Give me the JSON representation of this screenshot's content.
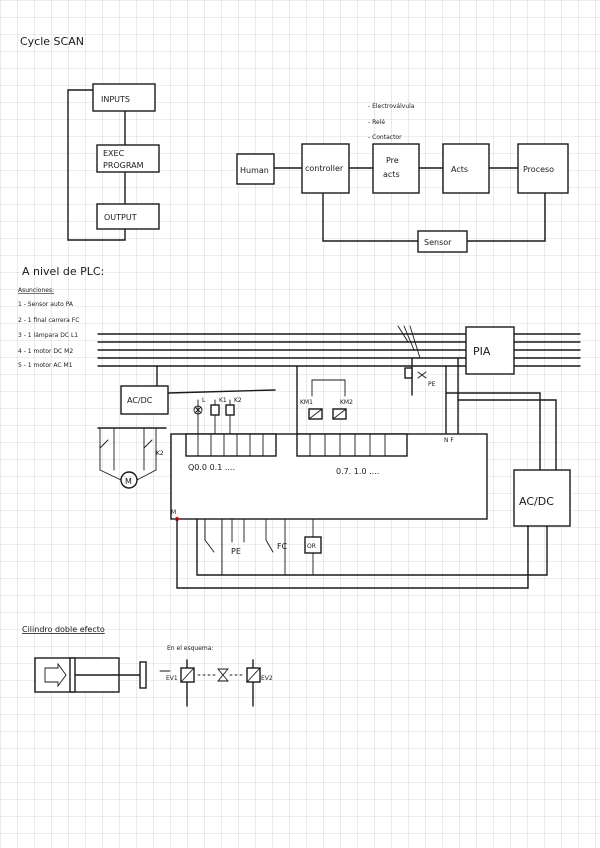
{
  "section1": {
    "title": "Cycle SCAN",
    "cycle": {
      "inputs": "INPUTS",
      "exec_line1": "EXEC",
      "exec_line2": "PROGRAM",
      "output": "OUTPUT"
    },
    "loop": {
      "human": "Human",
      "controller": "controller",
      "pre_line1": "Pre",
      "pre_line2": "acts",
      "acts": "Acts",
      "process": "Proceso",
      "sensor": "Sensor",
      "notes": [
        "- Electroválvula",
        "- Relé",
        "- Contactor"
      ]
    }
  },
  "section2": {
    "title": "A nivel de PLC:",
    "assumptions_title": "Asunciones:",
    "assumptions": [
      "1 - Sensor auto PA",
      "2 - 1 final carrera FC",
      "3 - 1 lámpara DC L1",
      "4 - 1 motor DC M2",
      "5 - 1 motor AC M1"
    ],
    "labels": {
      "pia": "PIA",
      "ac_dc_small": "AC/DC",
      "ac_dc_big": "AC/DC",
      "outputs_range": "Q0.0  0.1 ....",
      "inputs_range": "0.7. 1.0 ....",
      "n_f": "N F",
      "m_plus": "M",
      "pe_top": "PE",
      "pe_bottom": "PE",
      "fc": "FC",
      "or": "OR",
      "motor": "M",
      "l": "L",
      "k1": "K1",
      "k2": "K2",
      "k_motor": "K2",
      "km1": "KM1",
      "km2": "KM2"
    }
  },
  "section3": {
    "title": "Cilindro doble efecto",
    "diagram_note": "En el esquema:",
    "valve_left": "EV1",
    "valve_right": "EV2"
  }
}
